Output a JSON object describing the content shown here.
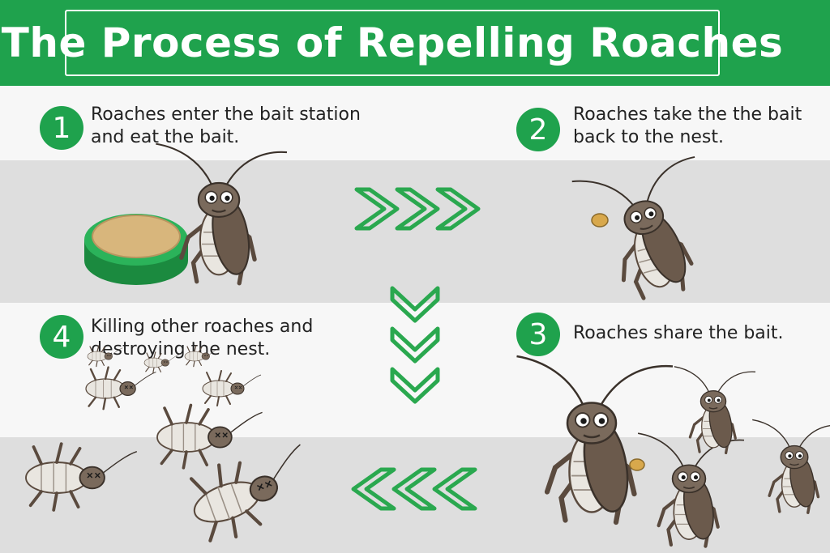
{
  "title": "The Process of Repelling Roaches",
  "steps": [
    {
      "number": "1",
      "text_line1": "Roaches enter the bait station",
      "text_line2": "and eat the bait."
    },
    {
      "number": "2",
      "text_line1": "Roaches take the the bait",
      "text_line2": "back to the nest."
    },
    {
      "number": "3",
      "text_line1": "Roaches share the bait.",
      "text_line2": ""
    },
    {
      "number": "4",
      "text_line1": "Killing other roaches and",
      "text_line2": "destroying the nest."
    }
  ],
  "colors": {
    "brand_green": "#1fa24d",
    "arrow_green": "#2aa84f",
    "roach_brown": "#6b5a4c",
    "bait_tan": "#d8b67c"
  },
  "icons": [
    "chevrons-right-icon",
    "chevrons-down-icon",
    "chevrons-left-icon",
    "bait-station-icon",
    "roach-icon"
  ]
}
